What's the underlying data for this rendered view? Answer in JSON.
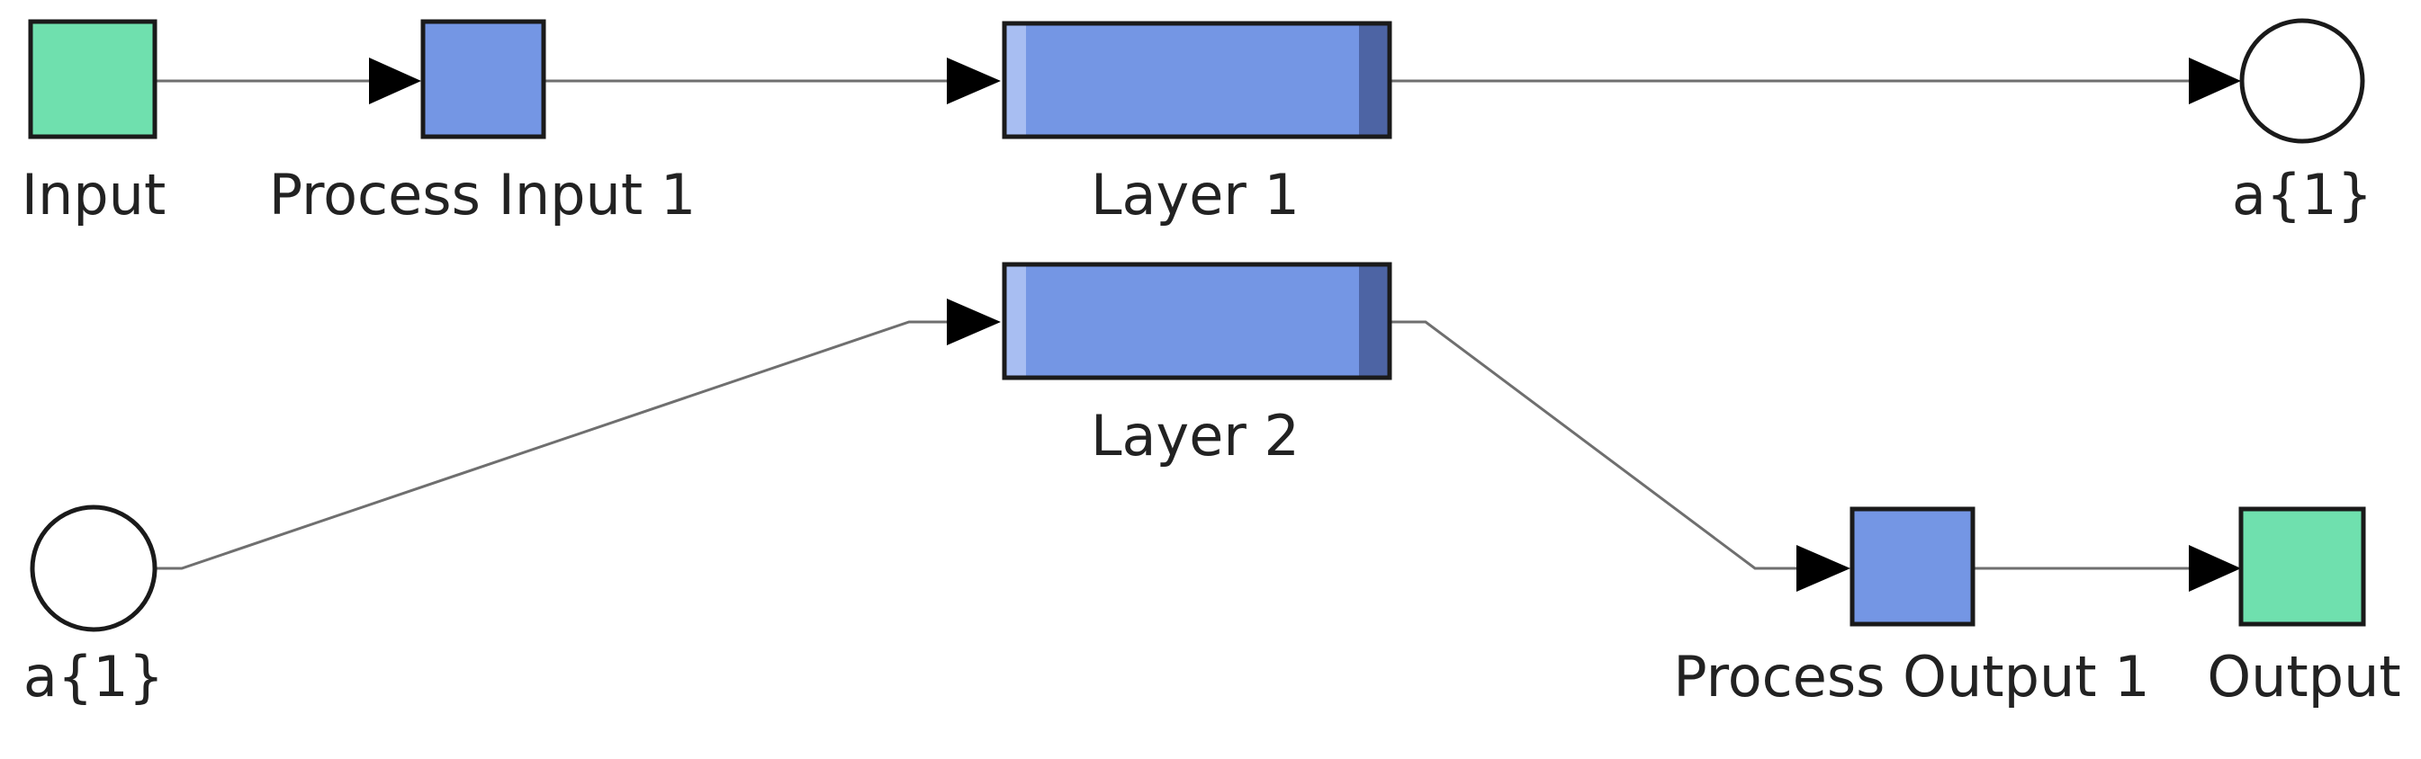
{
  "colors": {
    "io_block": "#6fe0ae",
    "process_block": "#7496e4",
    "layer_block": "#7496e4",
    "layer_highlight": "#a8bef2",
    "layer_shadow": "#4d64a4",
    "terminal": "#ffffff",
    "wire": "#6f6f6f"
  },
  "row1": {
    "input_label": "Input",
    "process_input_label": "Process Input 1",
    "layer1_label": "Layer 1",
    "goto_label": "a{1}"
  },
  "row2": {
    "from_label": "a{1}",
    "layer2_label": "Layer 2",
    "process_output_label": "Process Output 1",
    "output_label": "Output"
  }
}
